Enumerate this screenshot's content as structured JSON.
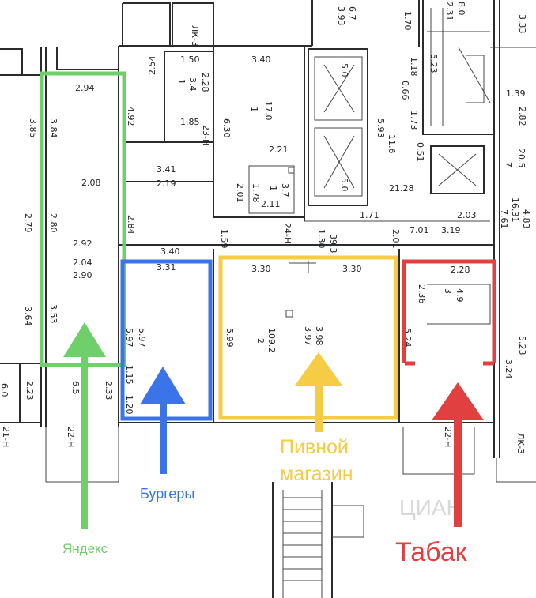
{
  "dimensions": {
    "top_room_1": "3.93",
    "top_room_2": "6.7",
    "top_room_3": "1.70",
    "stair_a": "2.31",
    "stair_b": "8.0",
    "r333": "3.33",
    "lk3_top": "ЛК-3",
    "d150": "1.50",
    "d340a": "3.40",
    "d254": "2.54",
    "room34": "3.4",
    "room1_a": "1",
    "d228": "2.28",
    "d492": "4.92",
    "d294": "2.94",
    "d385": "3.85",
    "d384": "3.84",
    "d185": "1.85",
    "d630": "6.30",
    "h23": "23-Н",
    "room17": "17.0",
    "room1_b": "1",
    "d221": "2.21",
    "d341": "3.41",
    "d219": "2.19",
    "d208": "2.08",
    "d201": "2.01",
    "d178": "1.78",
    "room37": "3.7",
    "room1_c": "1",
    "d211": "2.11",
    "d279": "2.79",
    "d280": "2.80",
    "d284": "2.84",
    "d292": "2.92",
    "d204": "2.04",
    "d290": "2.90",
    "d340b": "3.40",
    "d159": "1.59",
    "h24": "24-Н",
    "d171": "1.71",
    "d130": "1.30",
    "d393": "39.3",
    "d364": "3.64",
    "d353": "3.53",
    "d331": "3.31",
    "d330a": "3.30",
    "d330b": "3.30",
    "d597a": "5.97",
    "d597b": "5.97",
    "d599": "5.99",
    "room2": "2",
    "room1092": "109.2",
    "d397": "3.97",
    "d398": "3.98",
    "d115": "1.15",
    "d120": "1.20",
    "lift_50a": "5.0",
    "lift_50b": "5.0",
    "d593": "5.93",
    "d116": "11.6",
    "d066": "0.66",
    "d118": "1.18",
    "d173": "1.73",
    "d051": "0.51",
    "d523": "5.23",
    "d139": "1.39",
    "d282": "2.82",
    "room7": "7",
    "room205": "20.5",
    "d1631": "16.31",
    "d761": "7.61",
    "d483": "4.83",
    "d2128": "21.28",
    "d203": "2.03",
    "d319": "3.19",
    "d701": "7.01",
    "d236": "2.36",
    "room3": "3",
    "room49": "4.9",
    "d228b": "2.28",
    "d524": "5.24",
    "d523b": "5.23",
    "d324": "3.24",
    "d60": "6.0",
    "d223": "2.23",
    "d65": "6.5",
    "d233": "2.33",
    "h21": "21-Н",
    "h22a": "22-Н",
    "h22b": "22-Н",
    "lk3_bottom": "ЛК-3",
    "watermark": "ЦИАН"
  },
  "labels": {
    "yandex": "Яндекс",
    "burgers": "Бургеры",
    "beer_line1": "Пивной",
    "beer_line2": "магазин",
    "tobacco": "Табак"
  },
  "colors": {
    "yandex": "#6fcf6a",
    "burgers": "#3a74e8",
    "beer": "#f6cc45",
    "tobacco": "#e0403f"
  }
}
